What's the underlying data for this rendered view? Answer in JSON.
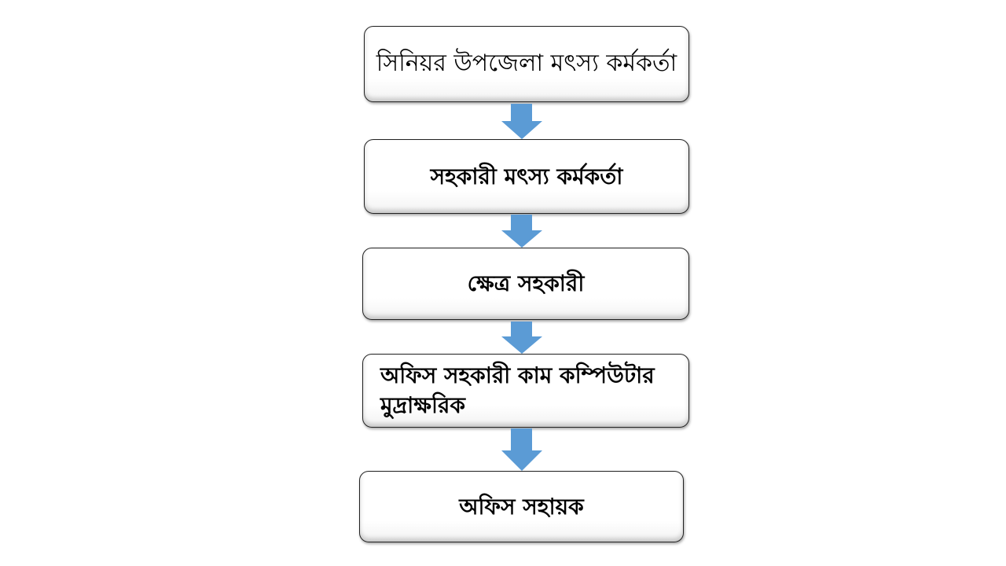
{
  "diagram": {
    "boxes": [
      {
        "label": "সিনিয়র উপজেলা মৎস্য কর্মকর্তা"
      },
      {
        "label": "সহকারী মৎস্য কর্মকর্তা"
      },
      {
        "label": "ক্ষেত্র সহকারী"
      },
      {
        "label": "অফিস সহকারী কাম কম্পিউটার মুদ্রাক্ষরিক"
      },
      {
        "label": "অফিস সহায়ক"
      }
    ],
    "arrow_color": "#5b9bd5"
  }
}
